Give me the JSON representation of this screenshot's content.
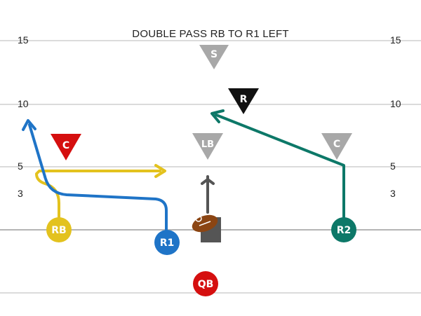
{
  "title": "DOUBLE PASS RB TO R1 LEFT",
  "yard_labels": [
    "15",
    "10",
    "5",
    "3"
  ],
  "players": {
    "offense": [
      {
        "label": "RB",
        "color": "#e3c21e"
      },
      {
        "label": "R1",
        "color": "#1f74c7"
      },
      {
        "label": "R2",
        "color": "#0d7868"
      },
      {
        "label": "QB",
        "color": "#d50f0f"
      }
    ],
    "defense": [
      {
        "label": "S",
        "color": "#a8a8a8"
      },
      {
        "label": "R",
        "color": "#111111"
      },
      {
        "label": "C",
        "color": "#d50f0f"
      },
      {
        "label": "LB",
        "color": "#a8a8a8"
      },
      {
        "label": "C",
        "color": "#a8a8a8"
      }
    ]
  },
  "route_colors": {
    "rb": "#e3c21e",
    "r1": "#1f74c7",
    "r2": "#0d7868",
    "center": "#555555"
  }
}
